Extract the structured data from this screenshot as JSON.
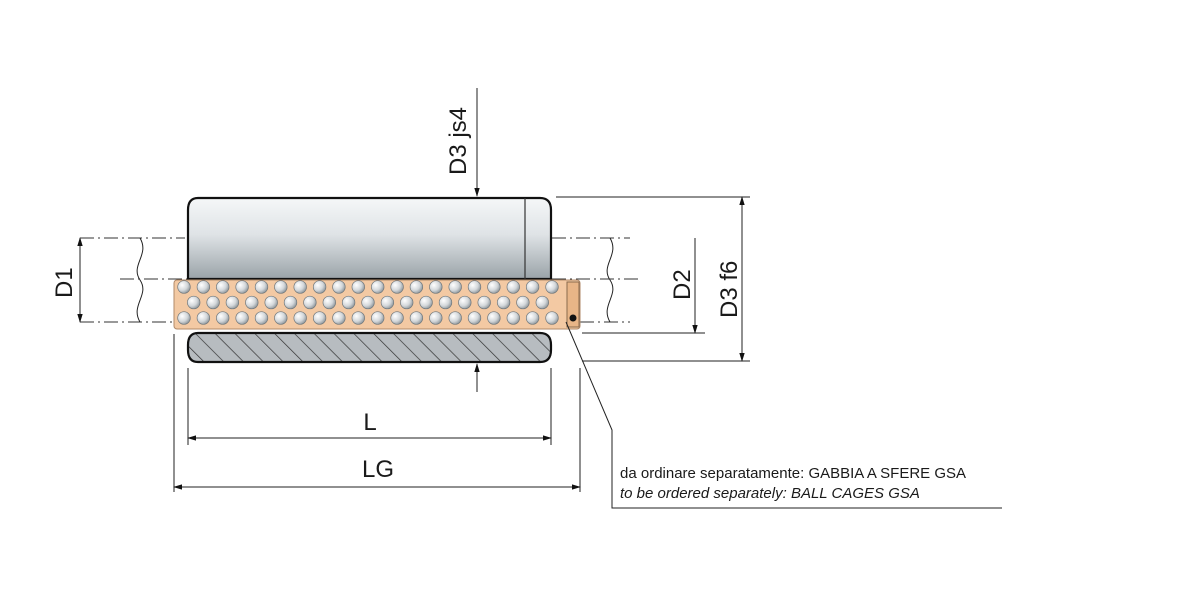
{
  "dimensions": {
    "d3_js4": "D3 js4",
    "d1": "D1",
    "d2": "D2",
    "d3_f6": "D3 f6",
    "l": "L",
    "lg": "LG"
  },
  "note": {
    "line_it": "da ordinare separatamente: GABBIA A SFERE GSA",
    "line_en": "to be ordered separately: BALL CAGES GSA"
  },
  "colors": {
    "cage": "#f3c9a3",
    "bushing_light": "#f2f4f5",
    "bushing_dark": "#9aa3a8",
    "ball": "#d9dcdf"
  },
  "ball_cage": {
    "rows": 3,
    "columns": 20
  }
}
